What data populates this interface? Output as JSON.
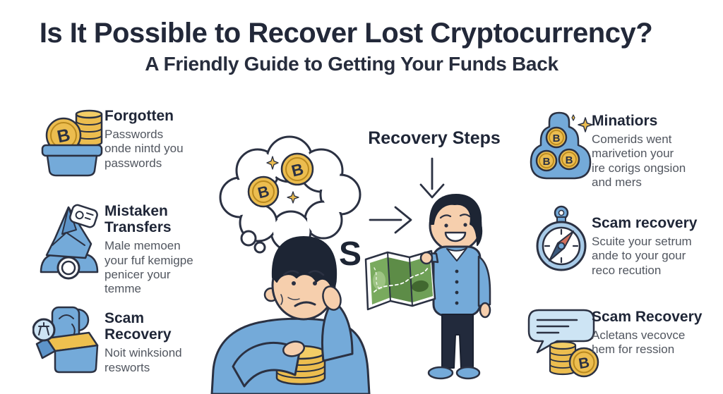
{
  "title": "Is It Possible to Recover Lost Cryptocurrency?",
  "subtitle": "A Friendly Guide to Getting Your Funds Back",
  "center": {
    "steps_heading": "Recovery Steps",
    "overlay_letter": "S"
  },
  "glyphs": {
    "bitcoin": "B"
  },
  "left_items": [
    {
      "heading": "Forgotten",
      "body_lines": [
        "Passwords",
        "onde nintd you",
        "passwords"
      ],
      "icon": "coin-basket-icon"
    },
    {
      "heading": "Mistaken Transfers",
      "body_lines": [
        "Male memoen",
        "your fuf kemigpe",
        "penicer your",
        "temme"
      ],
      "icon": "mistaken-transfer-icon"
    },
    {
      "heading": "Scam Recovery",
      "body_lines": [
        "Noit winksiond",
        "resworts"
      ],
      "icon": "recovery-box-icon"
    }
  ],
  "right_items": [
    {
      "heading": "Minatiors",
      "body_lines": [
        "Comerids went",
        "marivetion your",
        "ire corigs ongsion",
        "and mers"
      ],
      "icon": "coin-pouch-icon"
    },
    {
      "heading": "Scam recovery",
      "body_lines": [
        "Scuite your setrum",
        "ande to your gour",
        "reco recution"
      ],
      "icon": "compass-icon"
    },
    {
      "heading": "Scam Recovery",
      "body_lines": [
        "Acletans vecovce",
        "hem for ression"
      ],
      "icon": "chat-coins-icon"
    }
  ],
  "colors": {
    "accent_blue": "#74aad9",
    "light_blue": "#cde4f4",
    "coin_gold": "#ecbd4f",
    "outline_ink": "#2b3142",
    "heading_ink": "#1f2637",
    "body_gray": "#51565f",
    "map_green": "#6fa057",
    "needle_red": "#d2705c"
  }
}
